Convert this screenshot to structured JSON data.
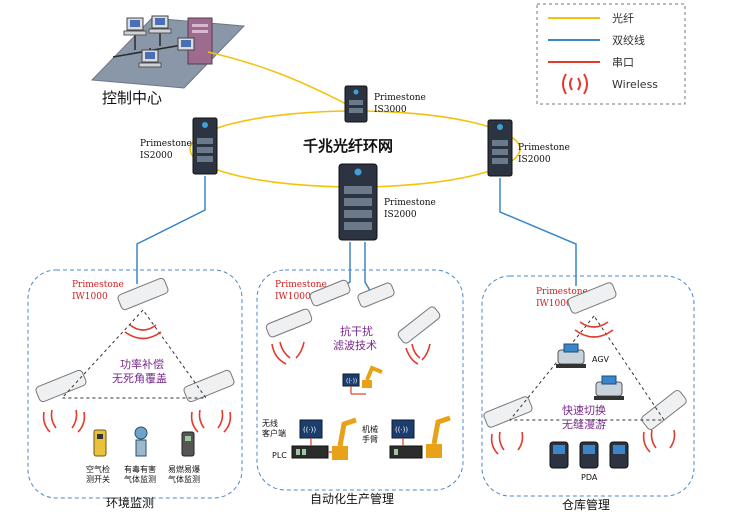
{
  "legend": {
    "items": [
      {
        "label": "光纤",
        "color": "#f4c20d",
        "kind": "line"
      },
      {
        "label": "双绞线",
        "color": "#3a86c8",
        "kind": "line"
      },
      {
        "label": "串口",
        "color": "#e23b2e",
        "kind": "line"
      },
      {
        "label": "Wireless",
        "color": "#e23b2e",
        "kind": "arcs"
      }
    ]
  },
  "control_center": {
    "label": "控制中心"
  },
  "ring": {
    "label": "千兆光纤环网"
  },
  "switches": {
    "top": {
      "name": "Primestone",
      "model": "IS3000"
    },
    "left": {
      "name": "Primestone",
      "model": "IS2000"
    },
    "center": {
      "name": "Primestone",
      "model": "IS2000"
    },
    "right": {
      "name": "Primestone",
      "model": "IS2000"
    }
  },
  "zones": {
    "env": {
      "title": "环境监测",
      "ap_name": "Primestone",
      "ap_model": "IW1000",
      "feature_line1": "功率补偿",
      "feature_line2": "无死角覆盖",
      "sensors": [
        {
          "line1": "空气检",
          "line2": "测开关"
        },
        {
          "line1": "有毒有害",
          "line2": "气体监测"
        },
        {
          "line1": "易燃易爆",
          "line2": "气体监测"
        }
      ]
    },
    "auto": {
      "title": "自动化生产管理",
      "ap_name": "Primestone",
      "ap_model": "IW1000",
      "feature_line1": "抗干扰",
      "feature_line2": "滤波技术",
      "client_line1": "无线",
      "client_line2": "客户端",
      "plc_label": "PLC",
      "robot_line1": "机械",
      "robot_line2": "手臂"
    },
    "warehouse": {
      "title": "仓库管理",
      "ap_name": "Primestone",
      "ap_model": "IW1000",
      "agv_label": "AGV",
      "feature_line1": "快速切换",
      "feature_line2": "无缝漫游",
      "pda_label": "PDA"
    }
  },
  "colors": {
    "fiber": "#f4c20d",
    "twisted_pair": "#3a86c8",
    "serial": "#e23b2e",
    "zone_border": "#4a88c8",
    "feature_text": "#7a2a8c",
    "ap_label": "#d22020"
  }
}
